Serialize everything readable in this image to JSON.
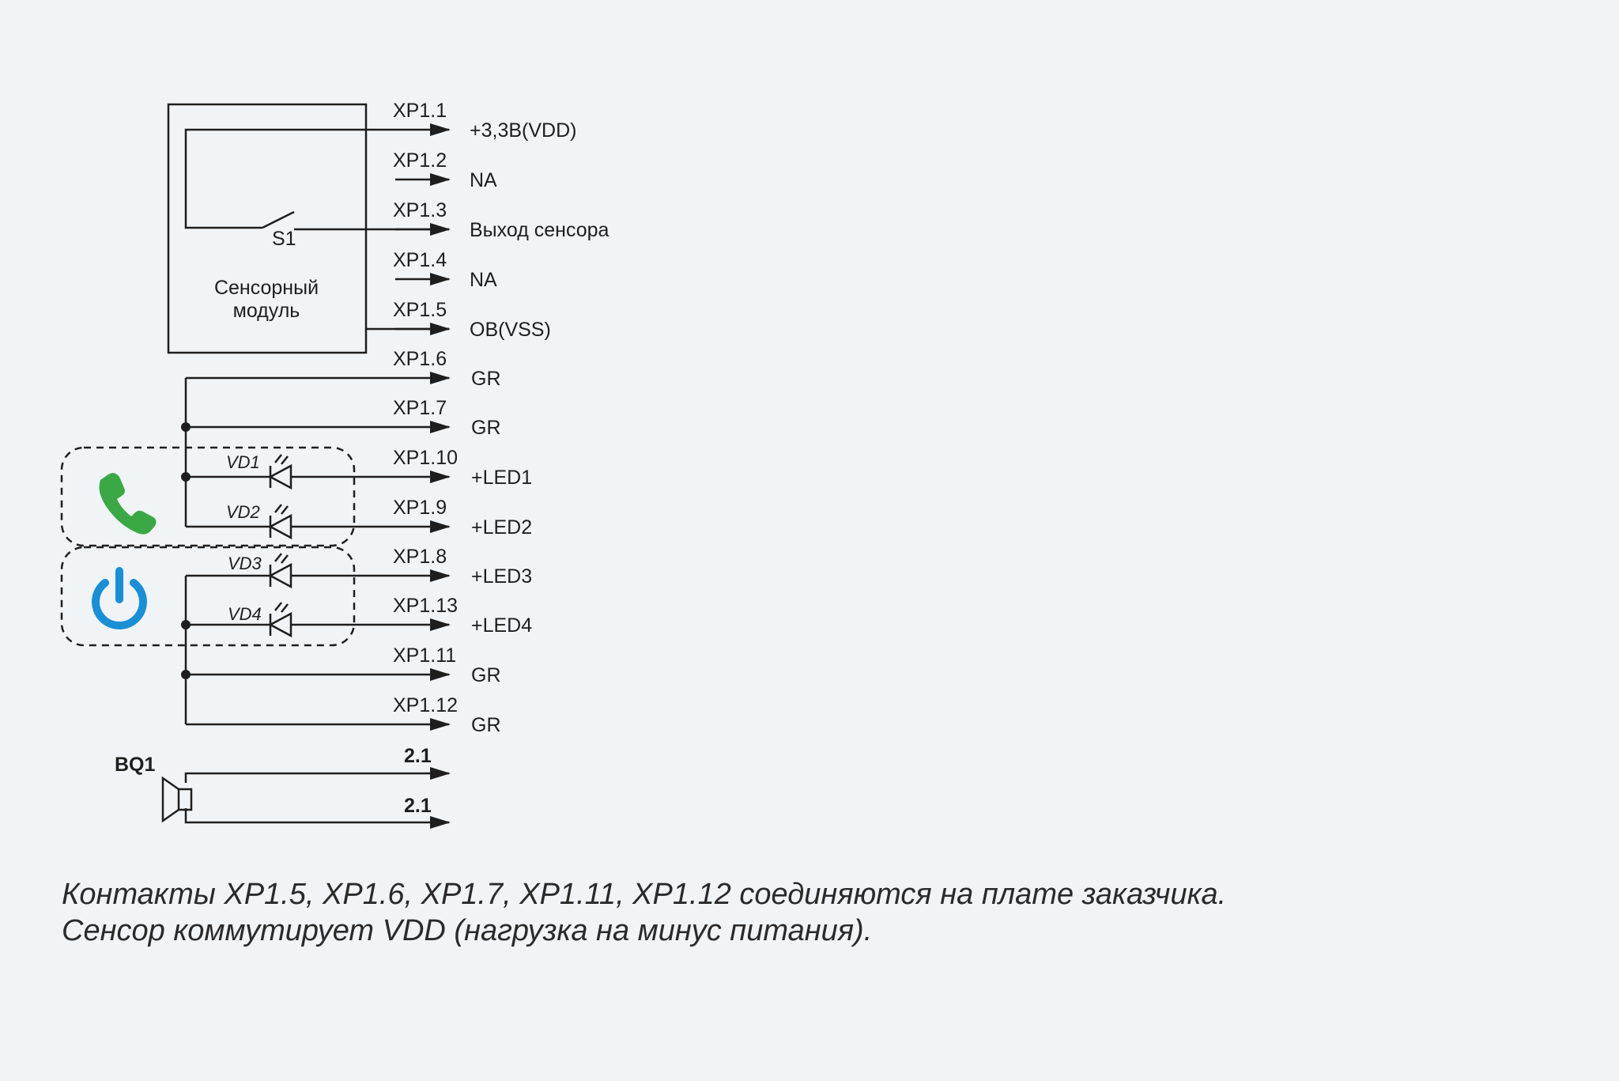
{
  "module": {
    "label_line1": "Сенсорный",
    "label_line2": "модуль",
    "switch": "S1"
  },
  "pins": [
    {
      "pin": "XP1.1",
      "signal": "+3,3В(VDD)"
    },
    {
      "pin": "XP1.2",
      "signal": "NA"
    },
    {
      "pin": "XP1.3",
      "signal": "Выход сенсора"
    },
    {
      "pin": "XP1.4",
      "signal": "NA"
    },
    {
      "pin": "XP1.5",
      "signal": "OB(VSS)"
    },
    {
      "pin": "XP1.6",
      "signal": "GR"
    },
    {
      "pin": "XP1.7",
      "signal": "GR"
    },
    {
      "pin": "XP1.10",
      "signal": "+LED1"
    },
    {
      "pin": "XP1.9",
      "signal": "+LED2"
    },
    {
      "pin": "XP1.8",
      "signal": "+LED3"
    },
    {
      "pin": "XP1.13",
      "signal": "+LED4"
    },
    {
      "pin": "XP1.11",
      "signal": "GR"
    },
    {
      "pin": "XP1.12",
      "signal": "GR"
    }
  ],
  "leds": [
    "VD1",
    "VD2",
    "VD3",
    "VD4"
  ],
  "buzzer": {
    "label": "BQ1",
    "pin_top": "2.1",
    "pin_bottom": "2.1"
  },
  "icons": {
    "phone": "phone-icon",
    "power": "power-icon"
  },
  "colors": {
    "phone": "#3aa845",
    "power": "#1a8fd6",
    "line": "#1e1e1e",
    "background": "#f0f4f7"
  },
  "note": {
    "line1": "Контакты XP1.5, XP1.6, XP1.7, XP1.11, XP1.12 соединяются на плате заказчика.",
    "line2": "Сенсор коммутирует VDD (нагрузка на минус питания)."
  }
}
